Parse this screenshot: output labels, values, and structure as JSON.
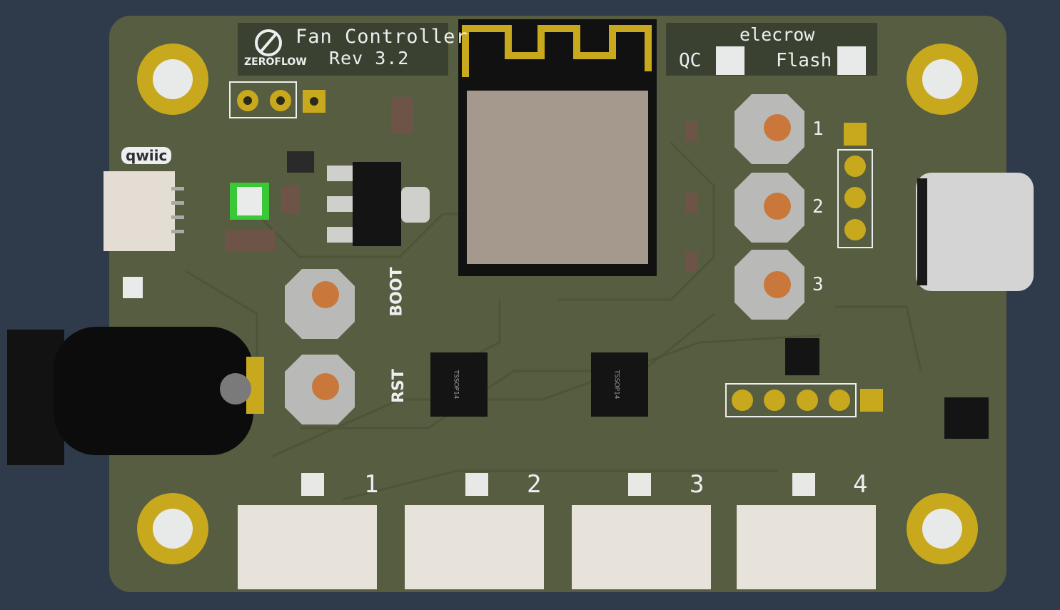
{
  "board": {
    "title": "Fan Controller",
    "revision": "Rev 3.2",
    "logo_text": "ZEROFLOW",
    "manufacturer": "elecrow",
    "qc_label": "QC",
    "flash_label": "Flash",
    "qwiic_label": "qwiic",
    "boot_label": "BOOT",
    "rst_label": "RST",
    "buttons": [
      "1",
      "2",
      "3"
    ],
    "fans": [
      "1",
      "2",
      "3",
      "4"
    ],
    "chip_marking": "TSSOP14"
  },
  "colors": {
    "background": "#2f3a4b",
    "pcb": "#565d40",
    "silkscreen": "#eceff0",
    "gold": "#c8a91e"
  }
}
